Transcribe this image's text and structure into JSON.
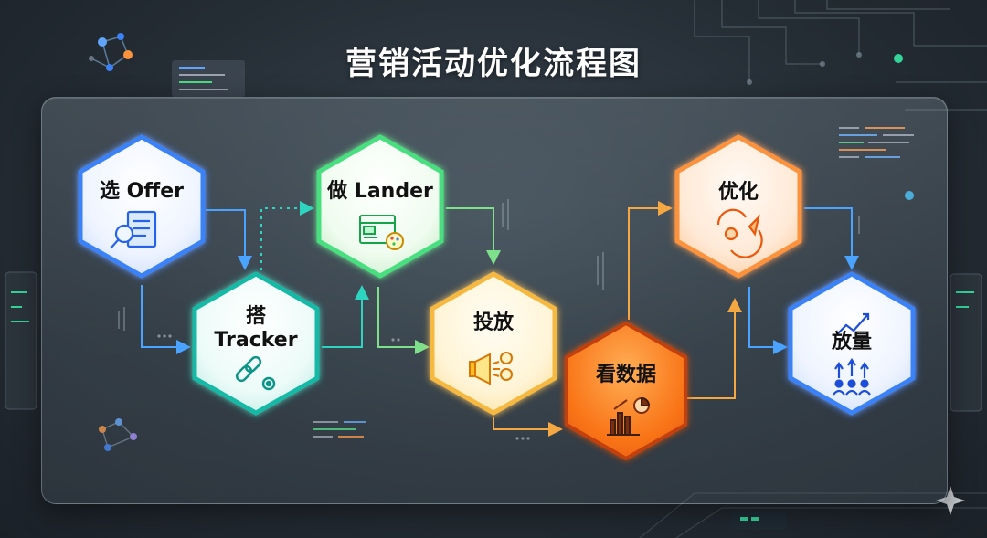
{
  "title": "营销活动优化流程图",
  "steps": [
    {
      "id": "offer",
      "label": "选 Offer",
      "icon": "document-search-icon",
      "color": "#3b82f6"
    },
    {
      "id": "tracker",
      "label": "搭 Tracker",
      "icon": "link-gear-icon",
      "color": "#14b8a6"
    },
    {
      "id": "lander",
      "label": "做 Lander",
      "icon": "webpage-palette-icon",
      "color": "#4ade80"
    },
    {
      "id": "launch",
      "label": "投放",
      "icon": "megaphone-coins-icon",
      "color": "#f5b942"
    },
    {
      "id": "data",
      "label": "看数据",
      "icon": "bar-pie-chart-icon",
      "color": "#f97316"
    },
    {
      "id": "optimize",
      "label": "优化",
      "icon": "cycle-rocket-icon",
      "color": "#fb923c"
    },
    {
      "id": "scale",
      "label": "放量",
      "icon": "growth-people-icon",
      "color": "#3b82f6"
    }
  ],
  "colors": {
    "arrow_blue": "#4aa3ff",
    "arrow_teal": "#2dd4bf",
    "arrow_green": "#7ee08a",
    "arrow_orange": "#f5a742"
  }
}
